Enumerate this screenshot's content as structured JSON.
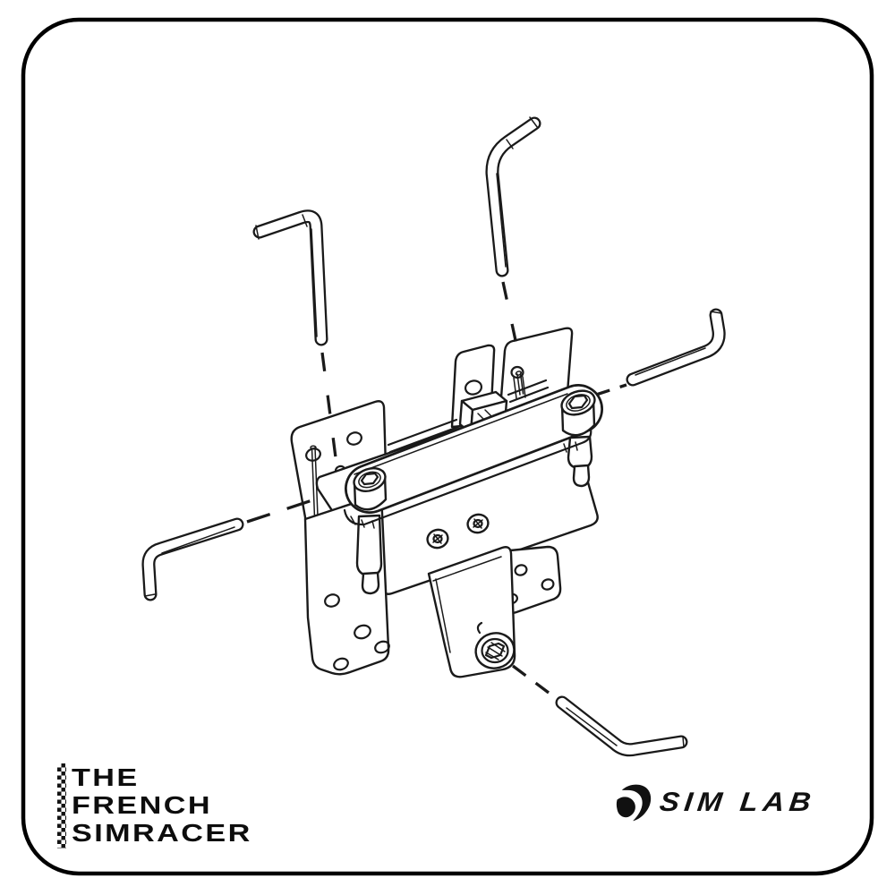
{
  "colors": {
    "background": "#ffffff",
    "line": "#1a1a1a",
    "border": "#000000",
    "logo_text": "#0d0d0d"
  },
  "frame": {
    "shape": "rounded-rectangle-border"
  },
  "diagram": {
    "type": "exploded-assembly-instruction",
    "parts": [
      "mounting-bracket-assembly",
      "hex-key-top-left",
      "hex-key-top-center",
      "hex-key-right",
      "hex-key-left",
      "hex-key-bottom-right",
      "socket-head-bolt-left",
      "socket-head-bolt-right",
      "bottom-socket-screw"
    ]
  },
  "logos": {
    "tfs": {
      "lines": [
        "THE",
        "FRENCH",
        "SIMRACER"
      ]
    },
    "simlab": {
      "text": "SIM LAB"
    }
  }
}
